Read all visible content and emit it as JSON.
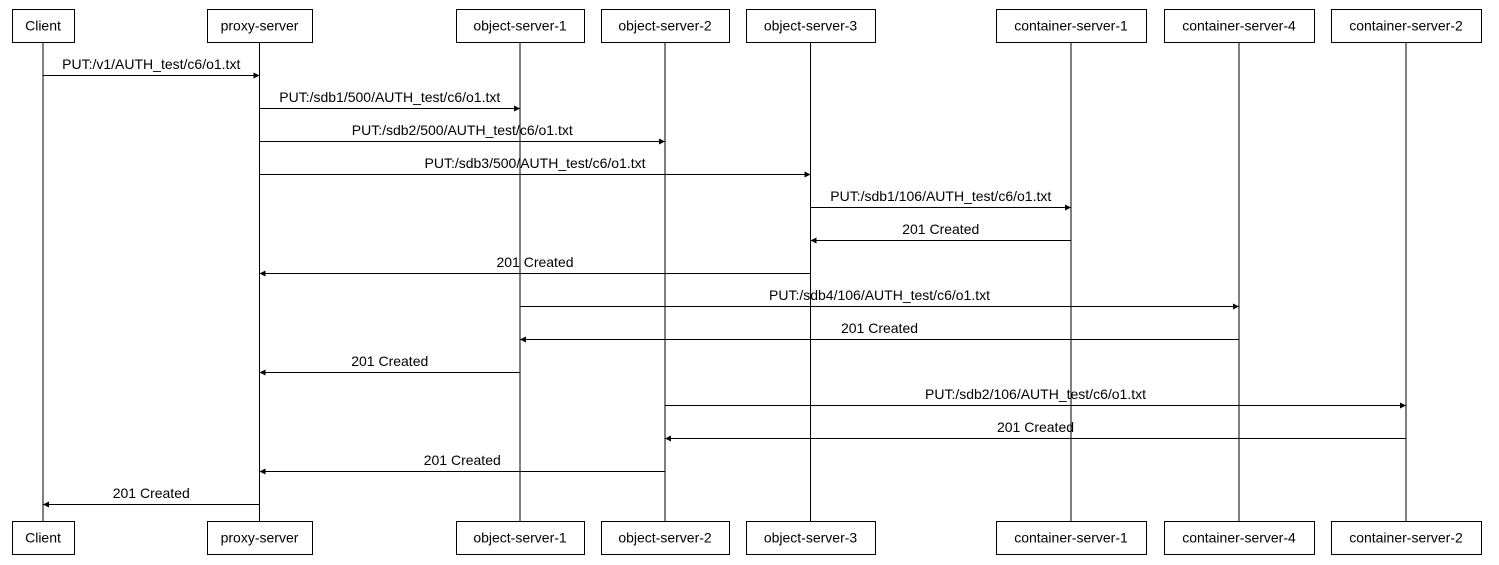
{
  "colors": {
    "stroke": "#000000",
    "background": "#ffffff",
    "text": "#000000"
  },
  "participants": [
    {
      "id": "client",
      "label": "Client"
    },
    {
      "id": "proxy",
      "label": "proxy-server"
    },
    {
      "id": "obj1",
      "label": "object-server-1"
    },
    {
      "id": "obj2",
      "label": "object-server-2"
    },
    {
      "id": "obj3",
      "label": "object-server-3"
    },
    {
      "id": "cont1",
      "label": "container-server-1"
    },
    {
      "id": "cont4",
      "label": "container-server-4"
    },
    {
      "id": "cont2",
      "label": "container-server-2"
    }
  ],
  "messages": [
    {
      "from": "client",
      "to": "proxy",
      "label": "PUT:/v1/AUTH_test/c6/o1.txt"
    },
    {
      "from": "proxy",
      "to": "obj1",
      "label": "PUT:/sdb1/500/AUTH_test/c6/o1.txt"
    },
    {
      "from": "proxy",
      "to": "obj2",
      "label": "PUT:/sdb2/500/AUTH_test/c6/o1.txt"
    },
    {
      "from": "proxy",
      "to": "obj3",
      "label": "PUT:/sdb3/500/AUTH_test/c6/o1.txt"
    },
    {
      "from": "obj3",
      "to": "cont1",
      "label": "PUT:/sdb1/106/AUTH_test/c6/o1.txt"
    },
    {
      "from": "cont1",
      "to": "obj3",
      "label": "201 Created"
    },
    {
      "from": "obj3",
      "to": "proxy",
      "label": "201 Created"
    },
    {
      "from": "obj1",
      "to": "cont4",
      "label": "PUT:/sdb4/106/AUTH_test/c6/o1.txt"
    },
    {
      "from": "cont4",
      "to": "obj1",
      "label": "201 Created"
    },
    {
      "from": "obj1",
      "to": "proxy",
      "label": "201 Created"
    },
    {
      "from": "obj2",
      "to": "cont2",
      "label": "PUT:/sdb2/106/AUTH_test/c6/o1.txt"
    },
    {
      "from": "cont2",
      "to": "obj2",
      "label": "201 Created"
    },
    {
      "from": "obj2",
      "to": "proxy",
      "label": "201 Created"
    },
    {
      "from": "proxy",
      "to": "client",
      "label": "201 Created"
    }
  ]
}
